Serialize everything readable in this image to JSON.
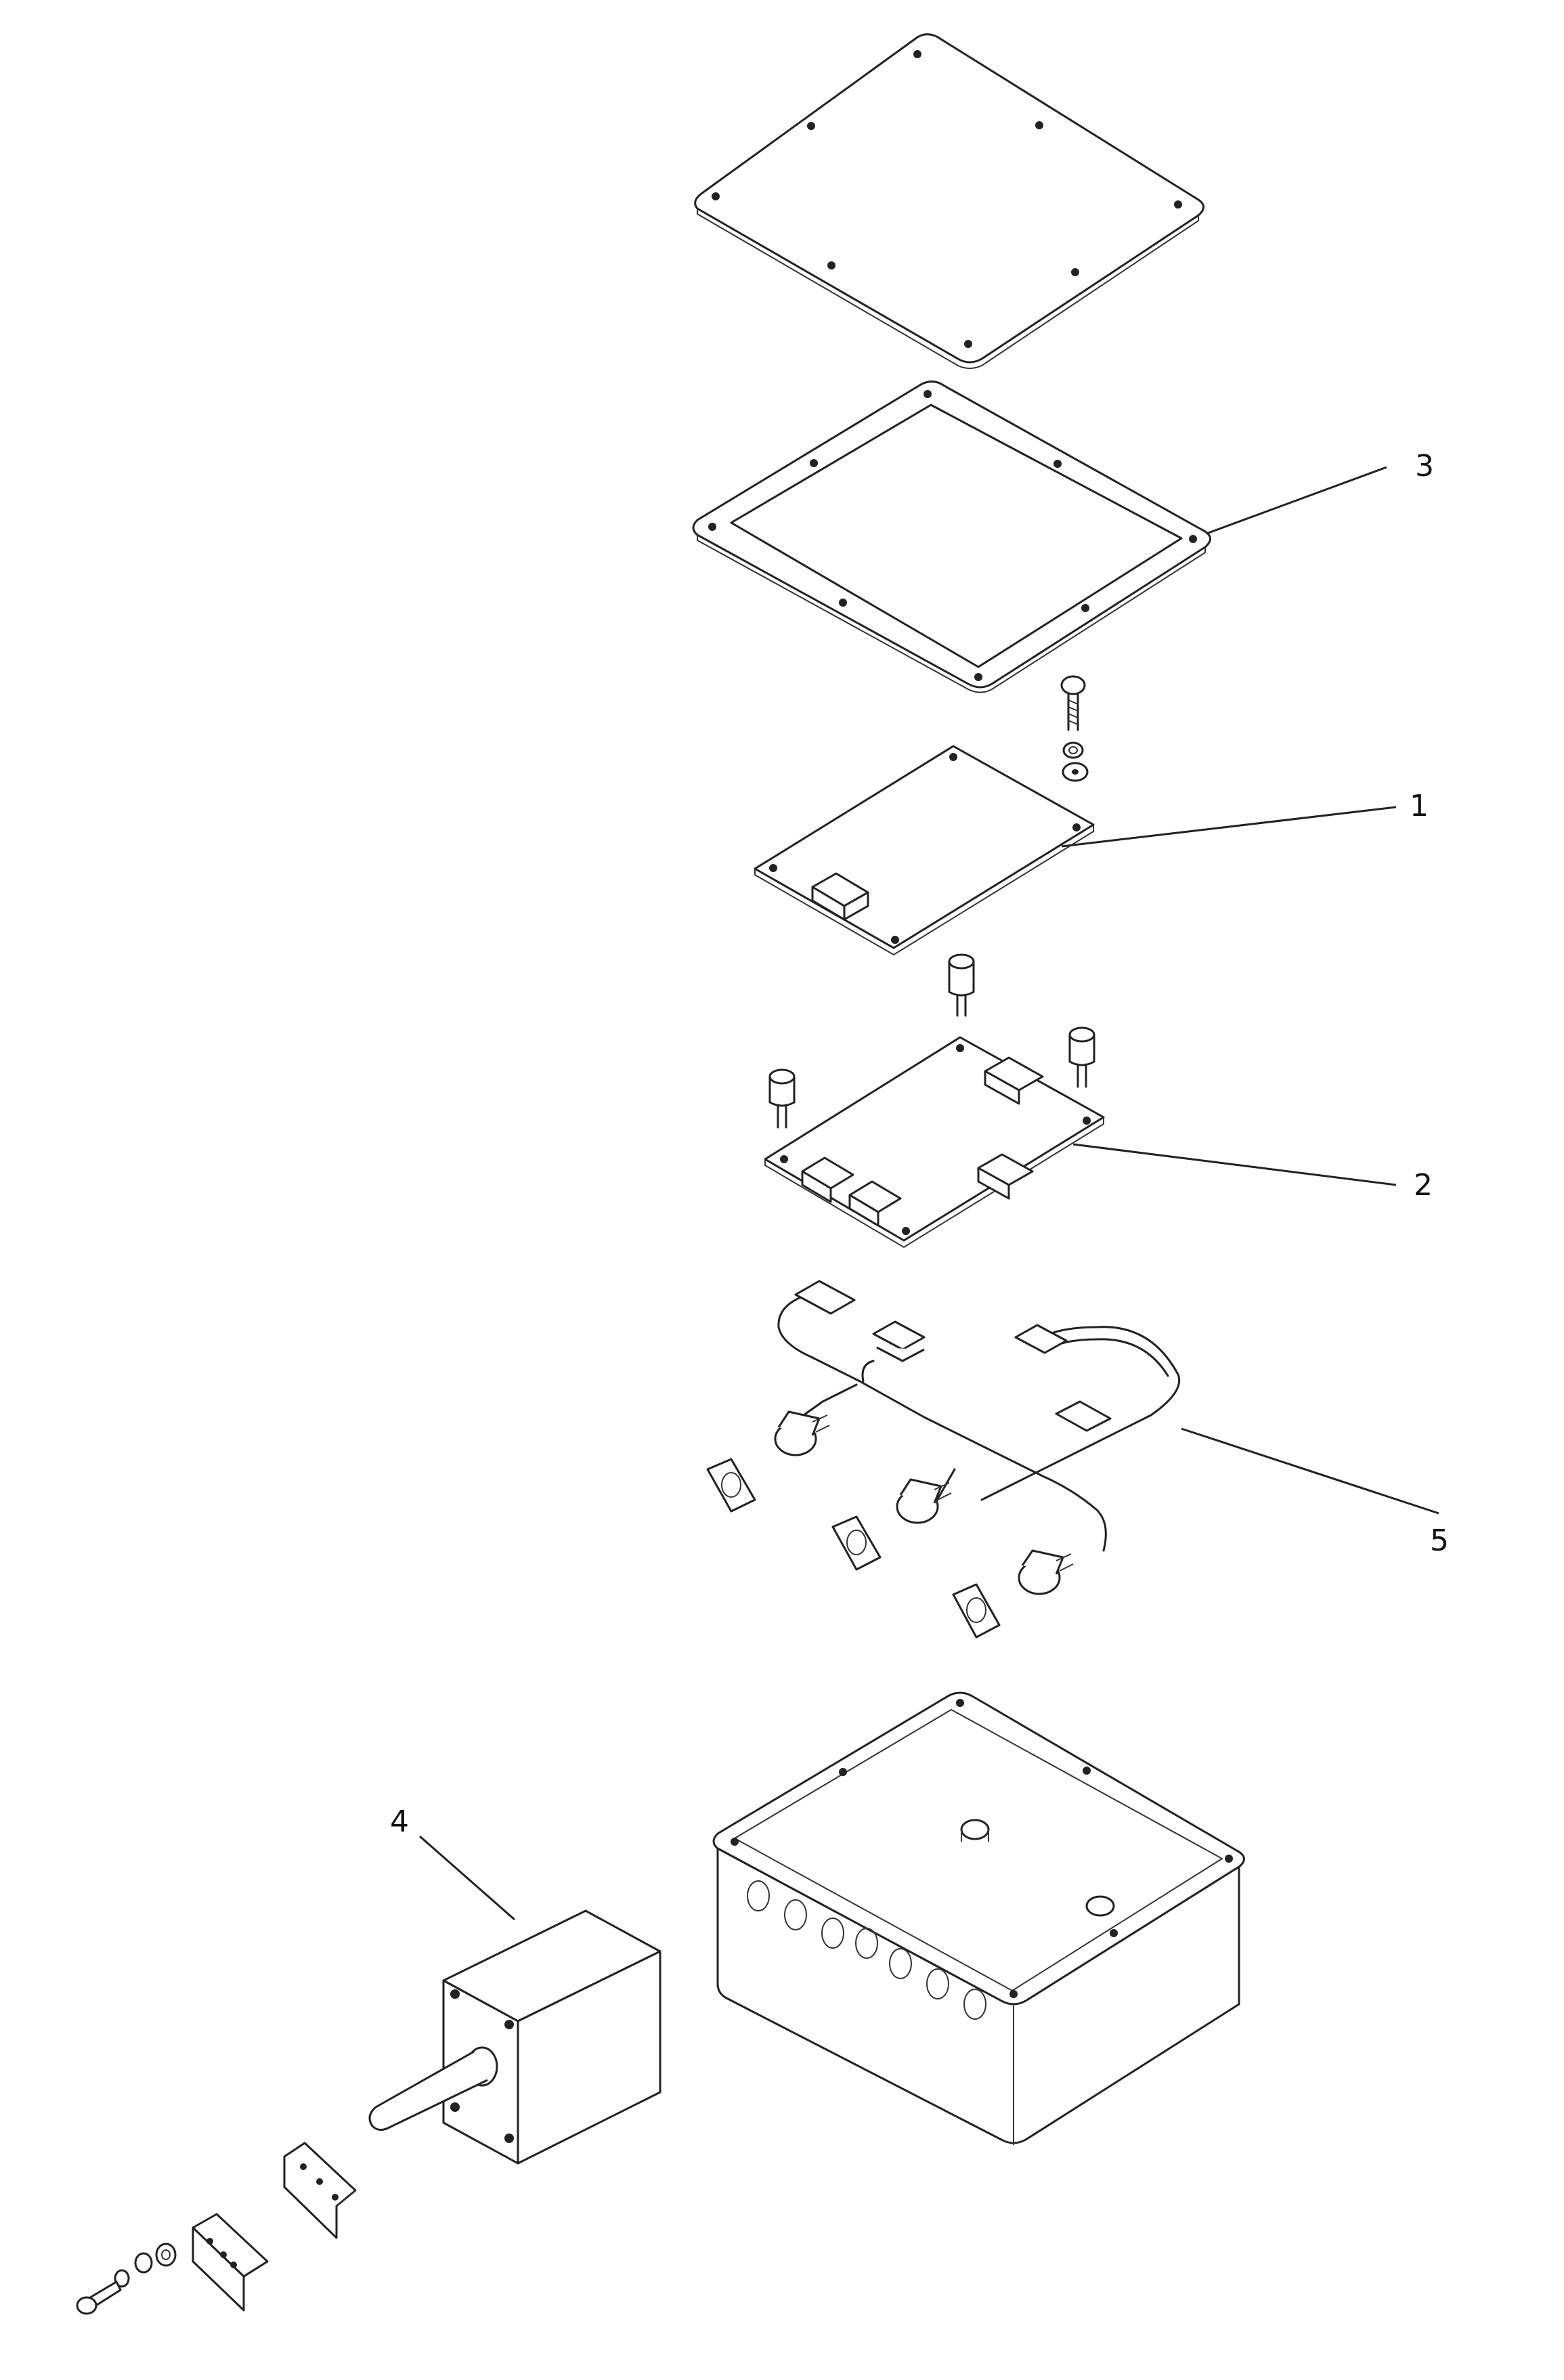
{
  "callouts": {
    "p1": "1",
    "p2": "2",
    "p3": "3",
    "p4": "4",
    "p5": "5"
  },
  "colors": {
    "ink": "#222222",
    "paper": "#ffffff"
  }
}
